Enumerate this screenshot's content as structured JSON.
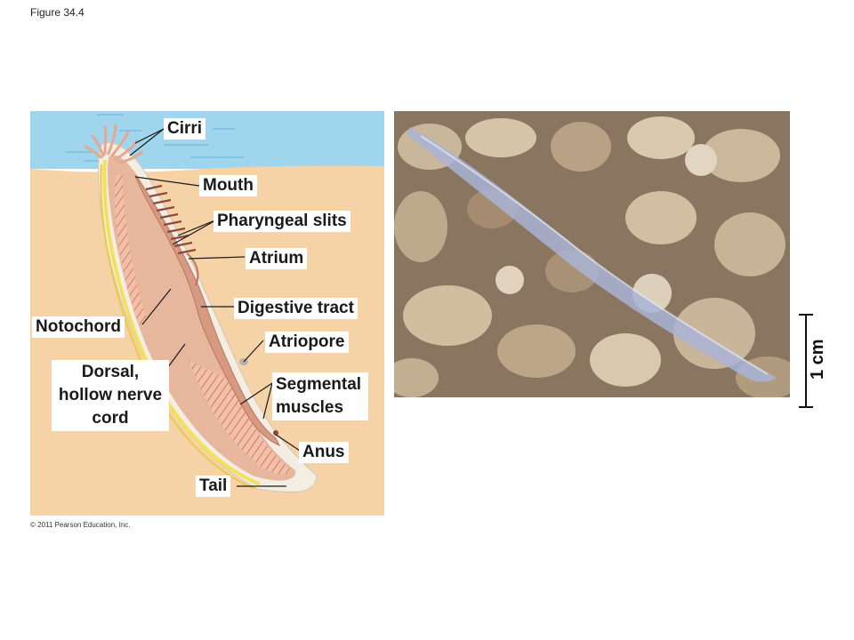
{
  "figure_label": "Figure 34.4",
  "labels": {
    "cirri": "Cirri",
    "mouth": "Mouth",
    "pharyngeal_slits": "Pharyngeal slits",
    "atrium": "Atrium",
    "digestive_tract": "Digestive tract",
    "notochord": "Notochord",
    "atriopore": "Atriopore",
    "dorsal_nerve_cord": "Dorsal, hollow nerve cord",
    "segmental_muscles": "Segmental muscles",
    "anus": "Anus",
    "tail": "Tail"
  },
  "scale_bar": "1 cm",
  "copyright": "© 2011 Pearson Education, Inc.",
  "colors": {
    "water": "#9fd6ee",
    "sand": "#f6d2a7",
    "body_outline": "#f4ede3",
    "body_inner": "#e7b79d",
    "gut": "#d79a80",
    "muscle_stripe": "#c3605a",
    "notochord": "#f2e15a"
  }
}
